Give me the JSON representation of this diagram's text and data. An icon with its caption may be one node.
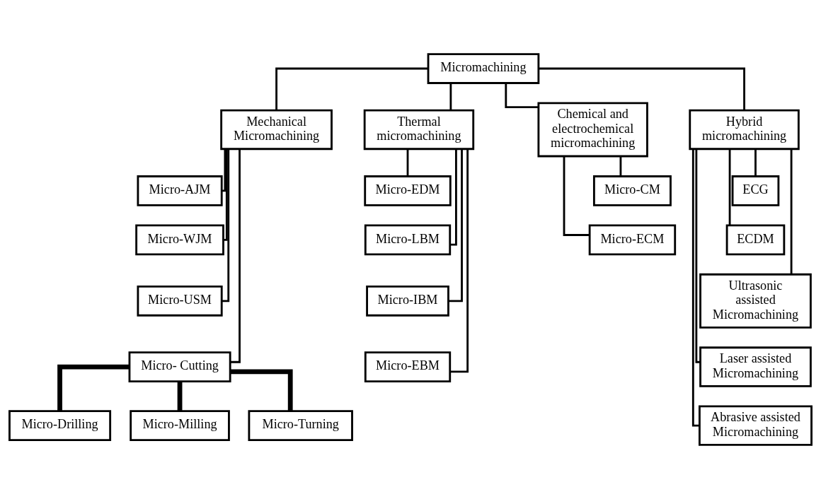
{
  "diagram": {
    "nodes": [
      {
        "text": [
          "Micromachining"
        ]
      },
      {
        "text": [
          "Mechanical Micromachining"
        ]
      },
      {
        "text": [
          "Thermal micromachining"
        ]
      },
      {
        "text": [
          "Chemical and electrochemical micromachining"
        ]
      },
      {
        "text": [
          "Hybrid micromachining"
        ]
      },
      {
        "text": [
          "Micro-AJM"
        ]
      },
      {
        "text": [
          "Micro-WJM"
        ]
      },
      {
        "text": [
          "Micro-USM"
        ]
      },
      {
        "text": [
          "Micro- Cutting"
        ]
      },
      {
        "text": [
          "Micro-EDM"
        ]
      },
      {
        "text": [
          "Micro-LBM"
        ]
      },
      {
        "text": [
          "Micro-IBM"
        ]
      },
      {
        "text": [
          "Micro-EBM"
        ]
      },
      {
        "text": [
          "Micro-CM"
        ]
      },
      {
        "text": [
          "Micro-ECM"
        ]
      },
      {
        "text": [
          "ECG"
        ]
      },
      {
        "text": [
          "ECDM"
        ]
      },
      {
        "text": [
          "Ultrasonic assisted Micromachining"
        ]
      },
      {
        "text": [
          "Laser assisted Micromachining"
        ]
      },
      {
        "text": [
          "Abrasive assisted Micromachining"
        ]
      },
      {
        "text": [
          "Micro-Drilling"
        ]
      },
      {
        "text": [
          "Micro-Milling"
        ]
      },
      {
        "text": [
          "Micro-Turning"
        ]
      }
    ],
    "edges": [
      {
        "from": 0,
        "to": 1,
        "arrow": "none"
      },
      {
        "from": 0,
        "to": 2,
        "arrow": "none"
      },
      {
        "from": 0,
        "to": 3,
        "arrow": "none"
      },
      {
        "from": 0,
        "to": 4,
        "arrow": "none"
      },
      {
        "from": 1,
        "to": 5,
        "arrow": "none"
      },
      {
        "from": 1,
        "to": 6,
        "arrow": "none"
      },
      {
        "from": 1,
        "to": 7,
        "arrow": "none"
      },
      {
        "from": 1,
        "to": 8,
        "arrow": "none"
      },
      {
        "from": 2,
        "to": 9,
        "arrow": "none"
      },
      {
        "from": 2,
        "to": 10,
        "arrow": "none"
      },
      {
        "from": 2,
        "to": 11,
        "arrow": "none"
      },
      {
        "from": 2,
        "to": 12,
        "arrow": "none"
      },
      {
        "from": 3,
        "to": 13,
        "arrow": "none"
      },
      {
        "from": 3,
        "to": 14,
        "arrow": "none"
      },
      {
        "from": 4,
        "to": 15,
        "arrow": "none"
      },
      {
        "from": 4,
        "to": 16,
        "arrow": "none"
      },
      {
        "from": 4,
        "to": 17,
        "arrow": "none"
      },
      {
        "from": 4,
        "to": 18,
        "arrow": "none"
      },
      {
        "from": 4,
        "to": 19,
        "arrow": "none"
      },
      {
        "from": 8,
        "to": 20,
        "arrow": "none",
        "style": "thick"
      },
      {
        "from": 8,
        "to": 21,
        "arrow": "none",
        "style": "thick"
      },
      {
        "from": 8,
        "to": 22,
        "arrow": "none",
        "style": "thick"
      }
    ]
  }
}
